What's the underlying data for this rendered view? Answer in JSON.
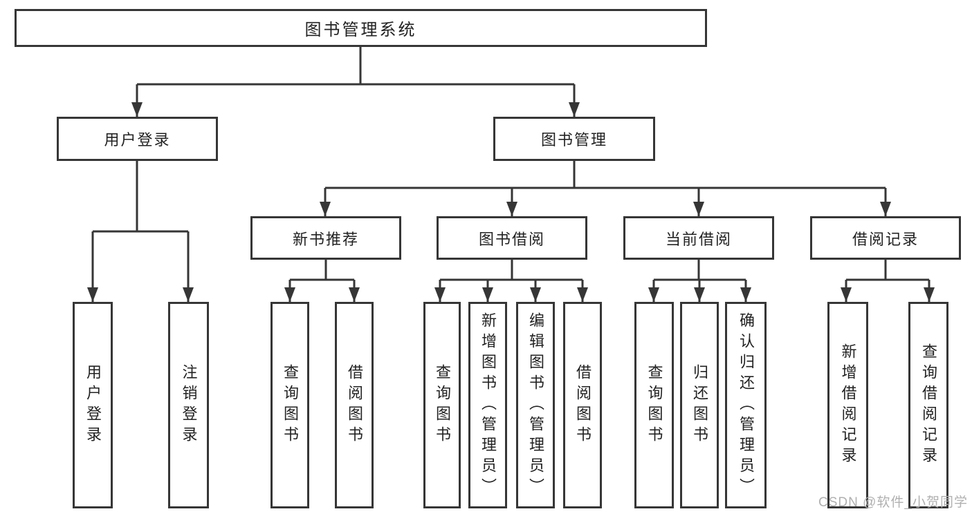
{
  "colors": {
    "line": "#363636",
    "text": "#222222",
    "background": "#ffffff",
    "watermark": "#b0b0b0"
  },
  "watermark": "CSDN @软件_小贺同学",
  "tree": {
    "label": "图书管理系统",
    "children": [
      {
        "label": "用户登录",
        "children": [
          {
            "label": "用户登录"
          },
          {
            "label": "注销登录"
          }
        ]
      },
      {
        "label": "图书管理",
        "children": [
          {
            "label": "新书推荐",
            "children": [
              {
                "label": "查询图书"
              },
              {
                "label": "借阅图书"
              }
            ]
          },
          {
            "label": "图书借阅",
            "children": [
              {
                "label": "查询图书"
              },
              {
                "label": "新增图书（管理员）"
              },
              {
                "label": "编辑图书（管理员）"
              },
              {
                "label": "借阅图书"
              }
            ]
          },
          {
            "label": "当前借阅",
            "children": [
              {
                "label": "查询图书"
              },
              {
                "label": "归还图书"
              },
              {
                "label": "确认归还（管理员）"
              }
            ]
          },
          {
            "label": "借阅记录",
            "children": [
              {
                "label": "新增借阅记录"
              },
              {
                "label": "查询借阅记录"
              }
            ]
          }
        ]
      }
    ]
  }
}
